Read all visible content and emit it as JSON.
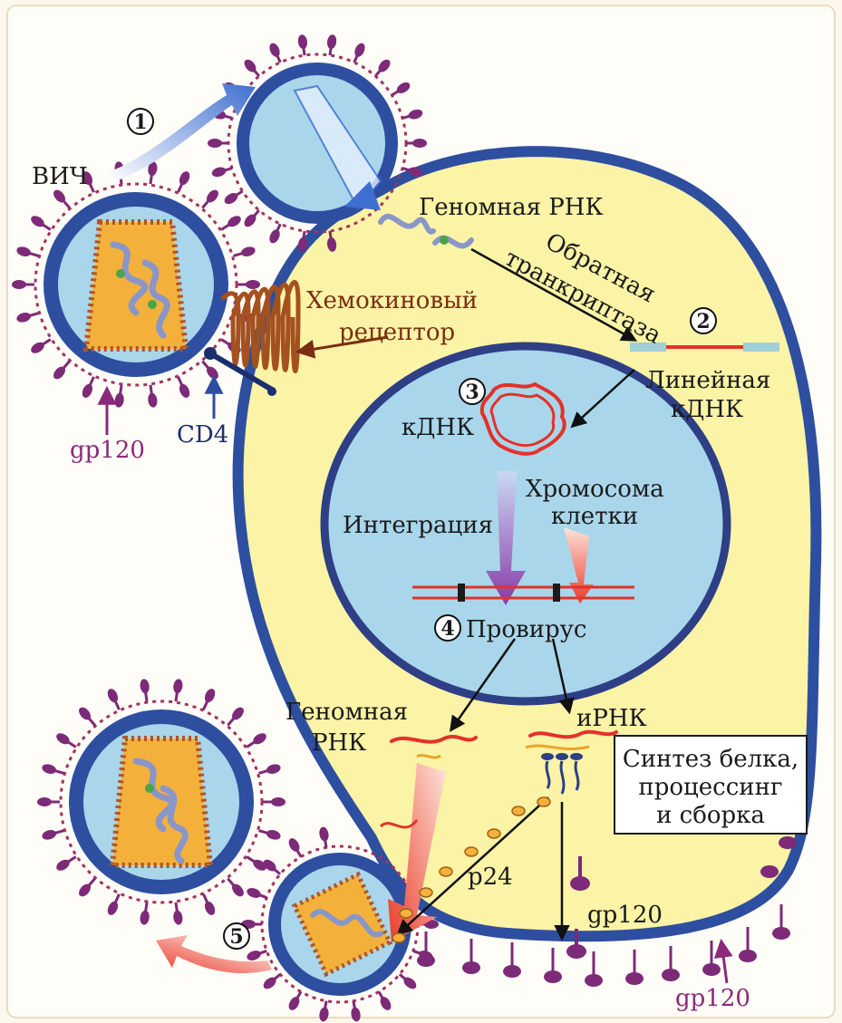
{
  "labels": {
    "virus": "ВИЧ",
    "genomic_rna_top": "Геномная РНК",
    "reverse_transcriptase_1": "Обратная",
    "reverse_transcriptase_2": "транкриптаза",
    "chemokine_receptor_1": "Хемокиновый",
    "chemokine_receptor_2": "рецептор",
    "cd4": "CD4",
    "gp120_left": "gp120",
    "linear_cdna_1": "Линейная",
    "linear_cdna_2": "кДНК",
    "cdna": "кДНК",
    "chromosome_1": "Хромосома",
    "chromosome_2": "клетки",
    "integration": "Интеграция",
    "provirus": "Провирус",
    "genomic_rna_bottom_1": "Геномная",
    "genomic_rna_bottom_2": "РНК",
    "mrna": "иРНК",
    "synthesis_1": "Синтез белка,",
    "synthesis_2": "процессинг",
    "synthesis_3": "и сборка",
    "p24": "p24",
    "gp120_inner": "gp120",
    "gp120_bottom": "gp120"
  },
  "steps": [
    "1",
    "2",
    "3",
    "4",
    "5"
  ],
  "colors": {
    "cytoplasm": "#fbf3a6",
    "membrane": "#2e4fa0",
    "nucleoplasm": "#a9d6ea",
    "virus_fill": "#a9d6ea",
    "capsid": "#f3b13c",
    "glycoprotein": "#7d2a78",
    "rna": "#8a96c8",
    "cdna": "#e2322a",
    "receptor": "#a4511f",
    "arrow_blue": "#3f6fd0",
    "arrow_red": "#ea3b2a",
    "arrow_purple": "#8a3aa8"
  },
  "icons": [
    "hiv-virion",
    "chemokine-receptor",
    "cd4-receptor",
    "nucleus",
    "provirus-dna",
    "cdna-loop",
    "budding-virion",
    "ribosome-polysome"
  ]
}
